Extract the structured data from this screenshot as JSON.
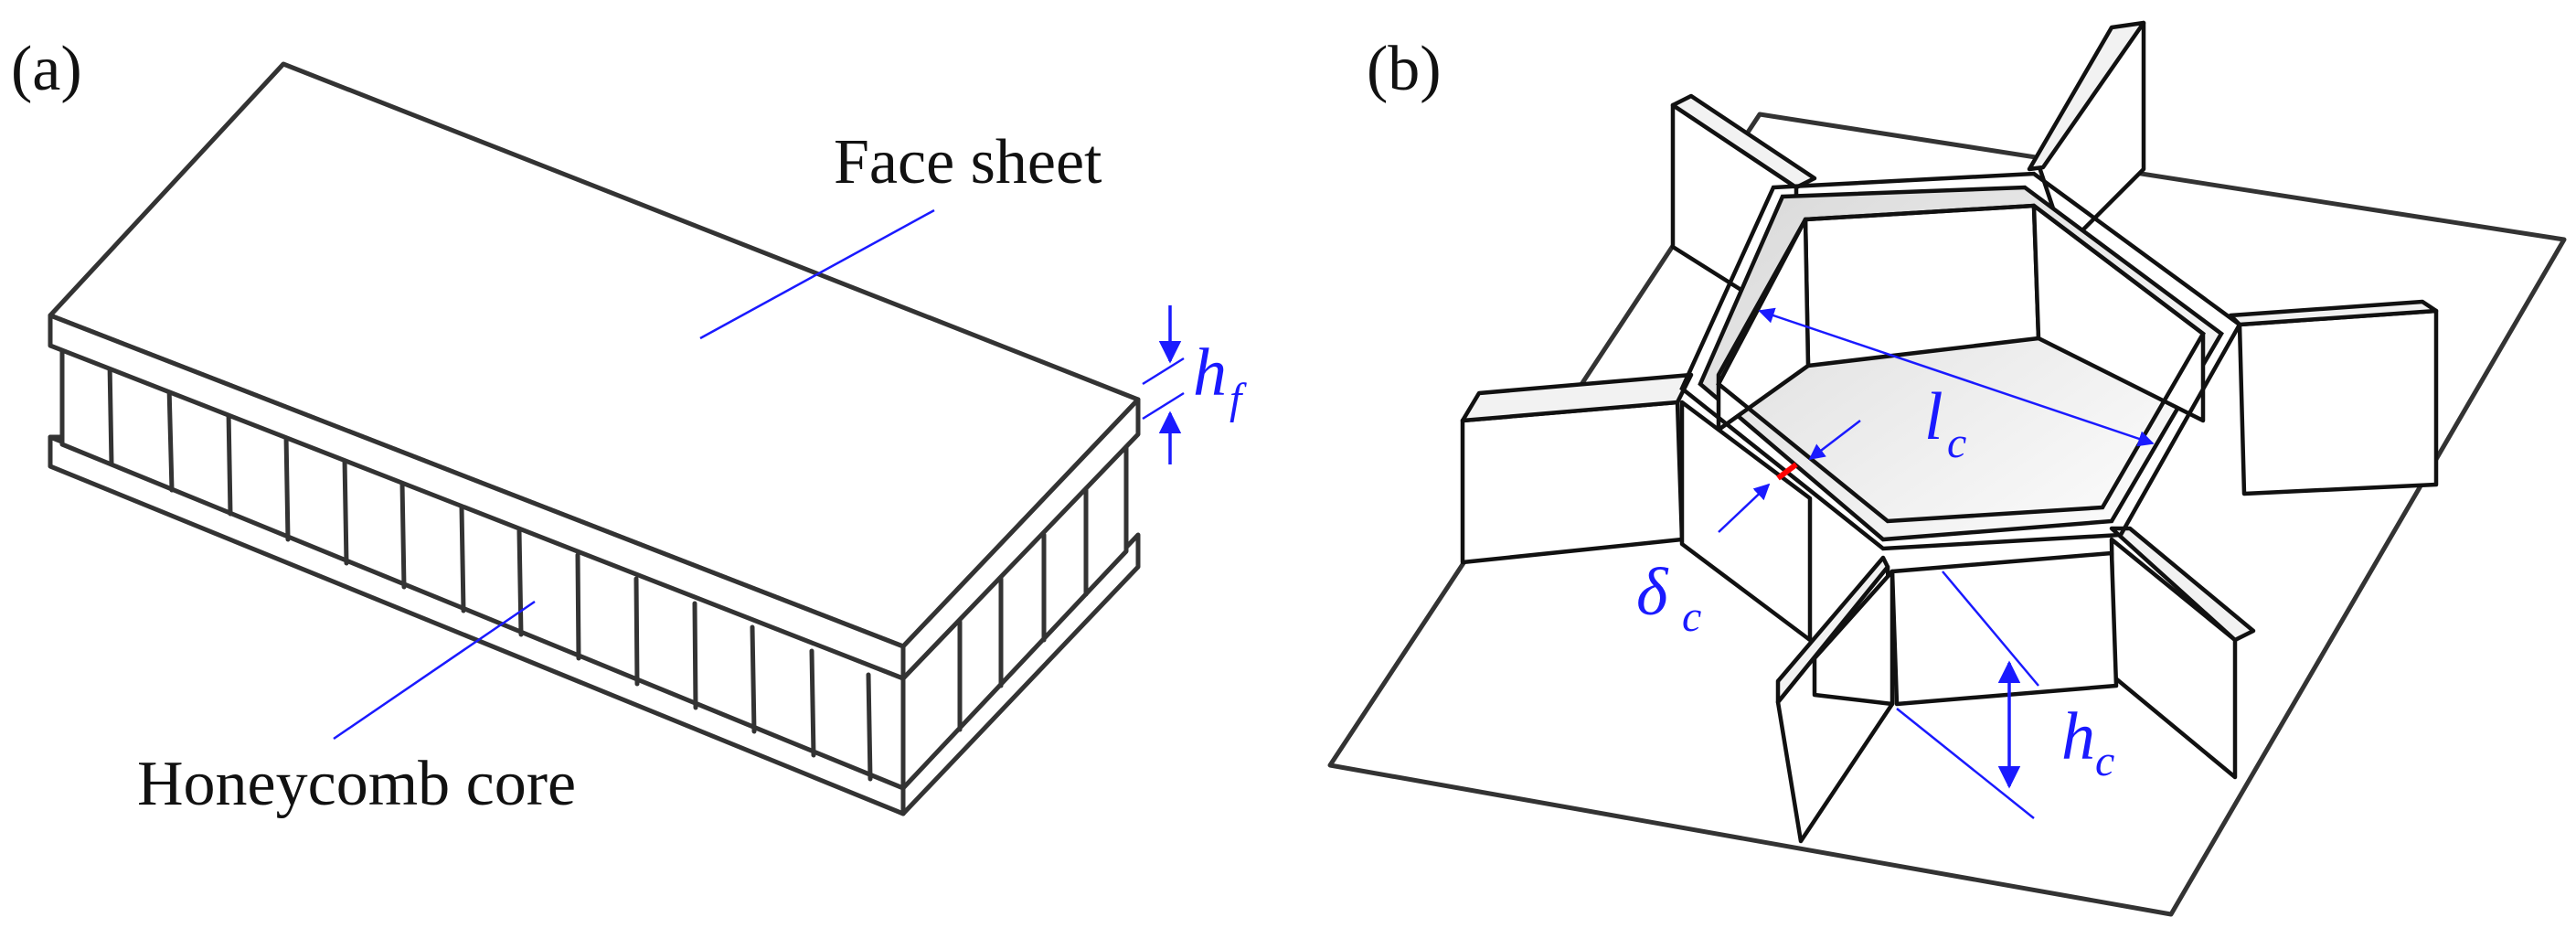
{
  "panel_a": {
    "label": "(a)",
    "face_sheet_label": "Face sheet",
    "core_label": "Honeycomb core",
    "hf_symbol": "h",
    "hf_subscript": "f"
  },
  "panel_b": {
    "label": "(b)",
    "lc_symbol": "l",
    "lc_subscript": "c",
    "delta_symbol": "δ",
    "delta_subscript": "c",
    "hc_symbol": "h",
    "hc_subscript": "c"
  },
  "colors": {
    "annotation": "#1a1aff",
    "thickness_marker": "#ff0000",
    "line": "#333333"
  }
}
